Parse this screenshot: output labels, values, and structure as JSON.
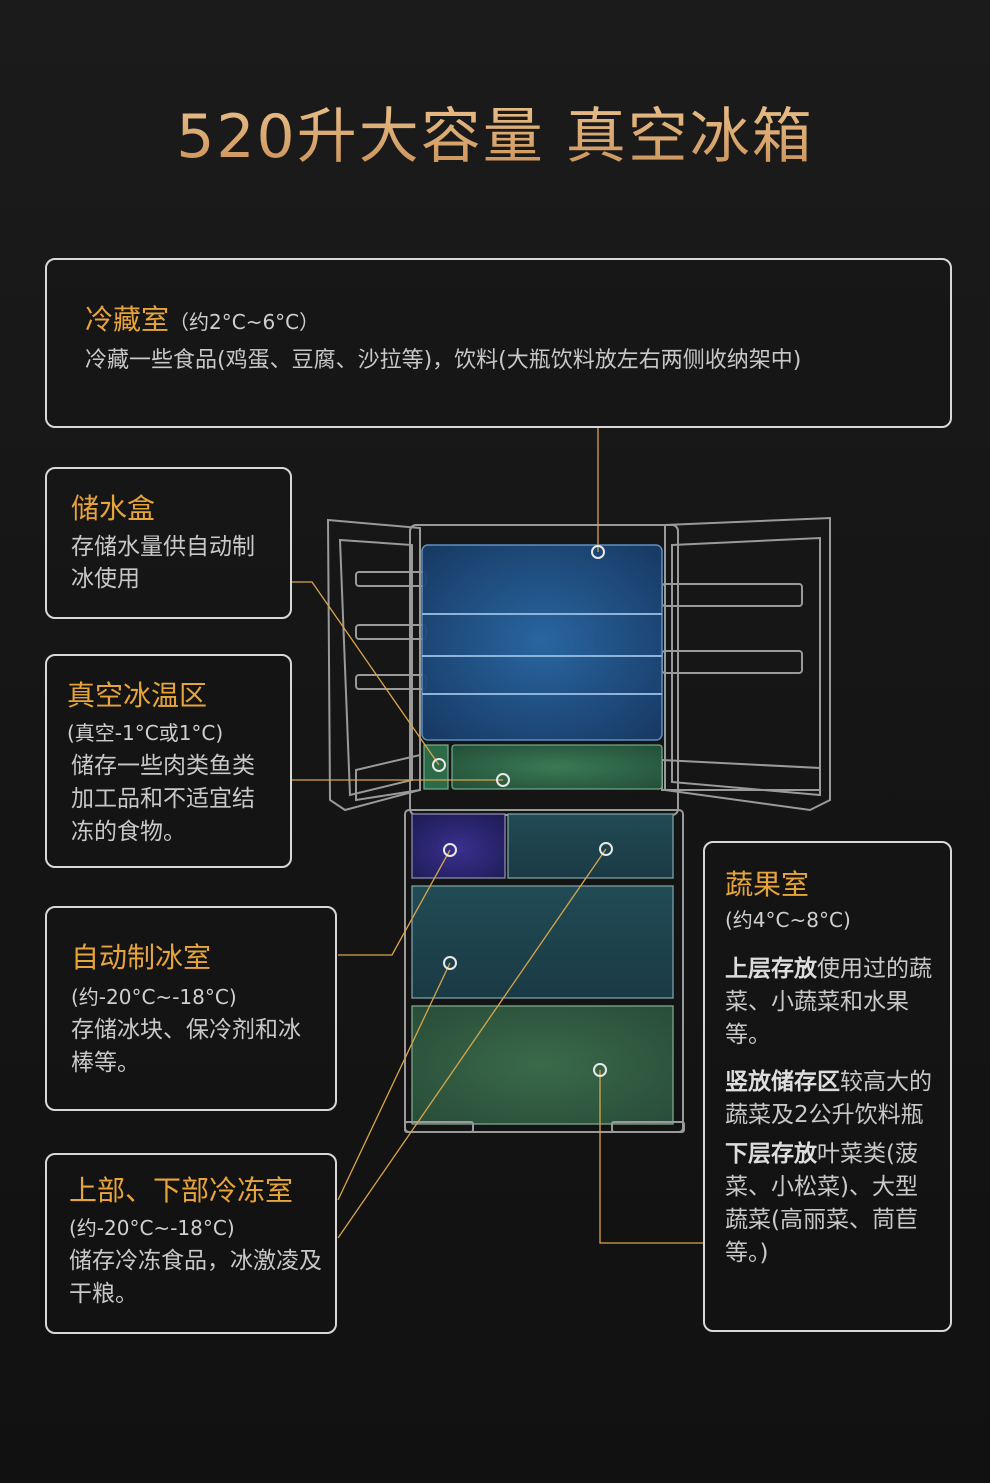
{
  "title": "520升大容量 真空冰箱",
  "zones": {
    "fridge": {
      "name": "冷藏室",
      "temp": "（约2°C~6°C）",
      "desc": "冷藏一些食品(鸡蛋、豆腐、沙拉等)，饮料(大瓶饮料放左右两侧收纳架中)"
    },
    "water_box": {
      "name": "储水盒",
      "desc": "存储水量供自动制冰使用"
    },
    "vacuum": {
      "name": "真空冰温区",
      "temp": "(真空-1°C或1°C)",
      "desc": "储存一些肉类鱼类加工品和不适宜结冻的食物。"
    },
    "ice_maker": {
      "name": "自动制冰室",
      "temp": "(约-20°C~-18°C)",
      "desc": "存储冰块、保冷剂和冰棒等。"
    },
    "freezer": {
      "name": "上部、下部冷冻室",
      "temp": "(约-20°C~-18°C)",
      "desc": "储存冷冻食品，冰激凌及干粮。"
    },
    "veg": {
      "name": "蔬果室",
      "temp": "(约4°C~8°C)",
      "upper_label": "上层存放",
      "upper_desc": "使用过的蔬菜、小蔬菜和水果等。",
      "vertical_label": "竖放储存区",
      "vertical_desc": "较高大的蔬菜及2公升饮料瓶",
      "lower_label": "下层存放",
      "lower_desc": "叶菜类(菠菜、小松菜)、大型蔬菜(高丽菜、茼苣等。)"
    }
  },
  "colors": {
    "accent": "#e7a43a",
    "leader": "#d9a54a",
    "fridge_zone": "#1f4f8a",
    "vacuum_zone": "#2f6a4a",
    "ice_zone": "#2a2a7a",
    "freezer_zone": "#1f4550",
    "veg_zone": "#2f5a40"
  }
}
